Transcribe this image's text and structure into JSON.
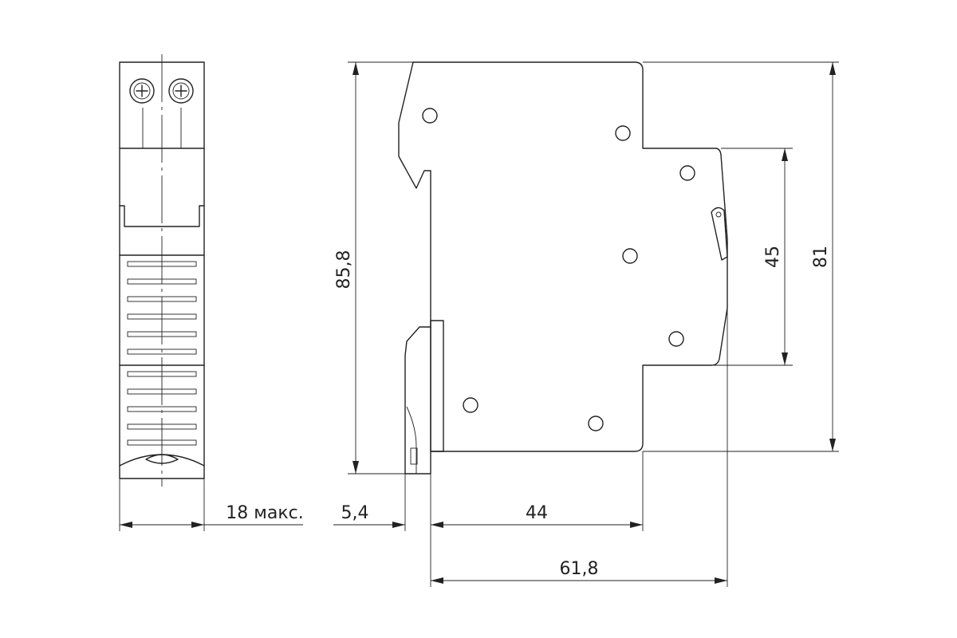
{
  "drawing": {
    "dimensions": {
      "front_width": "18 макс.",
      "clip_depth": "5,4",
      "body_depth": "44",
      "total_depth": "61,8",
      "total_height": "85,8",
      "front_height": "45",
      "body_height": "81"
    }
  },
  "colors": {
    "line": "#222222",
    "background": "#ffffff"
  }
}
